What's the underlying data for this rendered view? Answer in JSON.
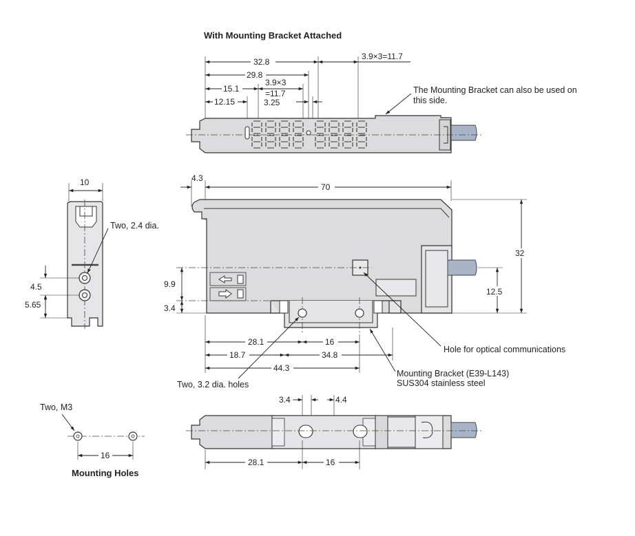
{
  "title": "With Mounting Bracket Attached",
  "top_view": {
    "dims": {
      "d32_8": "32.8",
      "d29_8": "29.8",
      "d15_1": "15.1",
      "d12_15": "12.15",
      "d3_9x3a": "3.9×3",
      "d11_7a": "=11.7",
      "d3_25": "3.25",
      "d3_9x3b": "3.9×3=11.7"
    },
    "note_line1": "The Mounting Bracket can also be used on",
    "note_line2": "this side."
  },
  "end_view": {
    "dims": {
      "w10": "10",
      "d4_5": "4.5",
      "d5_65": "5.65"
    },
    "label_holes": "Two, 2.4 dia."
  },
  "front_view": {
    "dims": {
      "d4_3": "4.3",
      "d70": "70",
      "d32": "32",
      "d12_5": "12.5",
      "d9_9": "9.9",
      "d3_4": "3.4",
      "d28_1": "28.1",
      "d16": "16",
      "d18_7": "18.7",
      "d34_8": "34.8",
      "d44_3": "44.3"
    },
    "label_optical": "Hole for optical communications",
    "label_bracket1": "Mounting Bracket (E39-L143)",
    "label_bracket2": "SUS304 stainless steel",
    "label_holes": "Two, 3.2 dia. holes"
  },
  "mounting_holes": {
    "label_m3": "Two, M3",
    "d16": "16",
    "caption": "Mounting Holes"
  },
  "bottom_view": {
    "dims": {
      "d3_4": "3.4",
      "d4_4": "4.4",
      "d28_1": "28.1",
      "d16": "16"
    }
  }
}
